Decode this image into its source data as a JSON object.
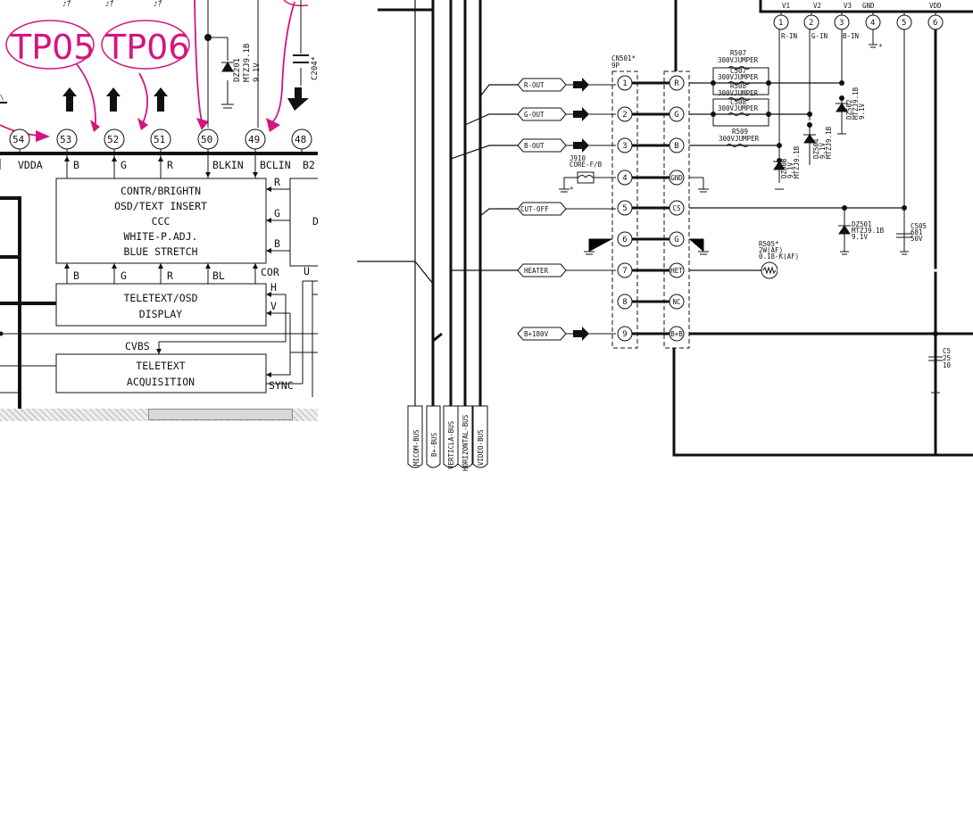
{
  "left_panel": {
    "test_points": [
      "TP05",
      "TP06"
    ],
    "pins": [
      {
        "num": "54",
        "label": "VDDA"
      },
      {
        "num": "53",
        "label": "B"
      },
      {
        "num": "52",
        "label": "G"
      },
      {
        "num": "51",
        "label": "R"
      },
      {
        "num": "50",
        "label": "BLKIN"
      },
      {
        "num": "49",
        "label": "BCLIN"
      },
      {
        "num": "48",
        "label": "B2"
      }
    ],
    "zener": {
      "ref": "DZ201",
      "part": "MTZJ9.1B",
      "voltage": "9.1V"
    },
    "capacitor": {
      "ref": "C204*"
    },
    "block_ccc": {
      "lines": [
        "CONTR/BRIGHTN",
        "OSD/TEXT INSERT",
        "CCC",
        "WHITE-P.ADJ.",
        "BLUE STRETCH"
      ],
      "right_labels": [
        "R",
        "G",
        "B"
      ],
      "bottom_labels": [
        "B",
        "G",
        "R",
        "BL",
        "COR"
      ]
    },
    "block_teletext": {
      "lines": [
        "TELETEXT/OSD",
        "DISPLAY"
      ],
      "right_labels": [
        "H",
        "V"
      ]
    },
    "block_acq": {
      "lines": [
        "TELETEXT",
        "ACQUISITION"
      ],
      "top_label": "CVBS",
      "right_label": "SYNC"
    },
    "right_edge_labels": [
      "D",
      "U"
    ]
  },
  "right_panel": {
    "top_pins": [
      {
        "num": "1",
        "label": "V1",
        "sub": "R-IN"
      },
      {
        "num": "2",
        "label": "V2",
        "sub": "G-IN"
      },
      {
        "num": "3",
        "label": "V3",
        "sub": "B-IN"
      },
      {
        "num": "4",
        "label": "GND",
        "sub": ""
      },
      {
        "num": "5",
        "label": "",
        "sub": ""
      },
      {
        "num": "6",
        "label": "VDD",
        "sub": ""
      }
    ],
    "connector": {
      "ref": "CN501*",
      "type": "9P"
    },
    "signals": [
      {
        "pin": "1",
        "name": "R-OUT",
        "pad": "R"
      },
      {
        "pin": "2",
        "name": "G-OUT",
        "pad": "G"
      },
      {
        "pin": "3",
        "name": "B-OUT",
        "pad": "B"
      },
      {
        "pin": "4",
        "name": "",
        "pad": "GND"
      },
      {
        "pin": "5",
        "name": "CUT-OFF",
        "pad": "CS"
      },
      {
        "pin": "6",
        "name": "",
        "pad": "G"
      },
      {
        "pin": "7",
        "name": "HEATER",
        "pad": "HET"
      },
      {
        "pin": "8",
        "name": "",
        "pad": "NC"
      },
      {
        "pin": "9",
        "name": "B+180V",
        "pad": "B+B"
      }
    ],
    "jumpers": [
      {
        "ref": "R507",
        "value": "300VJUMPER"
      },
      {
        "ref": "C507",
        "value": "300VJUMPER"
      },
      {
        "ref": "R508",
        "value": "300VJUMPER"
      },
      {
        "ref": "C508",
        "value": "300VJUMPER"
      },
      {
        "ref": "R509",
        "value": "300VJUMPER"
      }
    ],
    "core": {
      "ref": "J910",
      "value": "CORE-F/B"
    },
    "zeners": [
      {
        "ref": "DZ503",
        "part": "MTZJ9.1B",
        "voltage": "9.1V"
      },
      {
        "ref": "DZ504",
        "part": "MTZJ9.1B",
        "voltage": "9.1V"
      },
      {
        "ref": "DZ502",
        "part": "MTZJ9.1B",
        "voltage": "9.1V"
      },
      {
        "ref": "DZ501",
        "part": "MTZJ9.1B",
        "voltage": "9.1V"
      }
    ],
    "resistor_heater": {
      "ref": "R505*",
      "line1": "2W(AF)",
      "line2": "0.18-K(AF)"
    },
    "cap_c505": {
      "ref": "C505",
      "value": "681",
      "voltage": "50V"
    },
    "cap_partial": {
      "lines": [
        "C5",
        "25",
        "10"
      ]
    },
    "buses": [
      "MICOM-BUS",
      "B+-BUS",
      "VERTICLA-BUS",
      "HORIZONTAL-BUS",
      "VIDEO-BUS"
    ]
  },
  "colors": {
    "annotation": "#d4157f",
    "wire": "#000000"
  }
}
